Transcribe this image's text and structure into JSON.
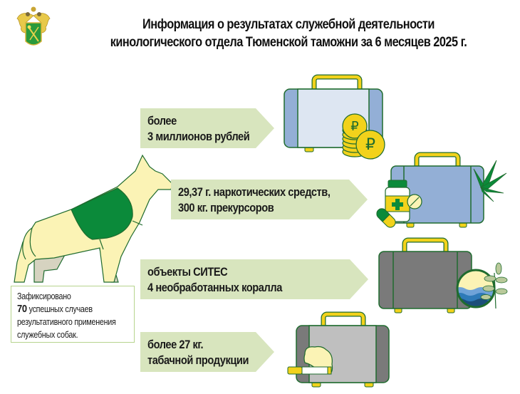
{
  "header": {
    "emblem": "customs-emblem-icon",
    "title_line1": "Информация о результатах служебной деятельности",
    "title_line2": "кинологического отдела Тюменской таможни за 6 месяцев 2025 г."
  },
  "results": [
    {
      "line1": "более",
      "line2": "3 миллионов рублей",
      "icon": "suitcase-rubles-icon"
    },
    {
      "line1": "29,37 г. наркотических средств,",
      "line2": "300 кг. прекурсоров",
      "icon": "suitcase-drugs-icon"
    },
    {
      "line1": "объекты СИТЕС",
      "line2": "4 необработанных коралла",
      "icon": "suitcase-cites-icon"
    },
    {
      "line1": "более 27 кг.",
      "line2": "табачной продукции",
      "icon": "suitcase-tobacco-icon"
    }
  ],
  "summary": {
    "line1": "Зафиксировано",
    "count": "70",
    "line2_rest": " успешных случаев",
    "line3": "результативного применения",
    "line4": "служебных собак."
  },
  "colors": {
    "banner_bg": "#d8e5be",
    "dog_body": "#fbf3b5",
    "dog_vest": "#0b8a3a",
    "outline": "#1f6b2e",
    "gold": "#f2d21b",
    "suitcase_blue": "#93afd6",
    "suitcase_gray": "#7a7a7a"
  }
}
